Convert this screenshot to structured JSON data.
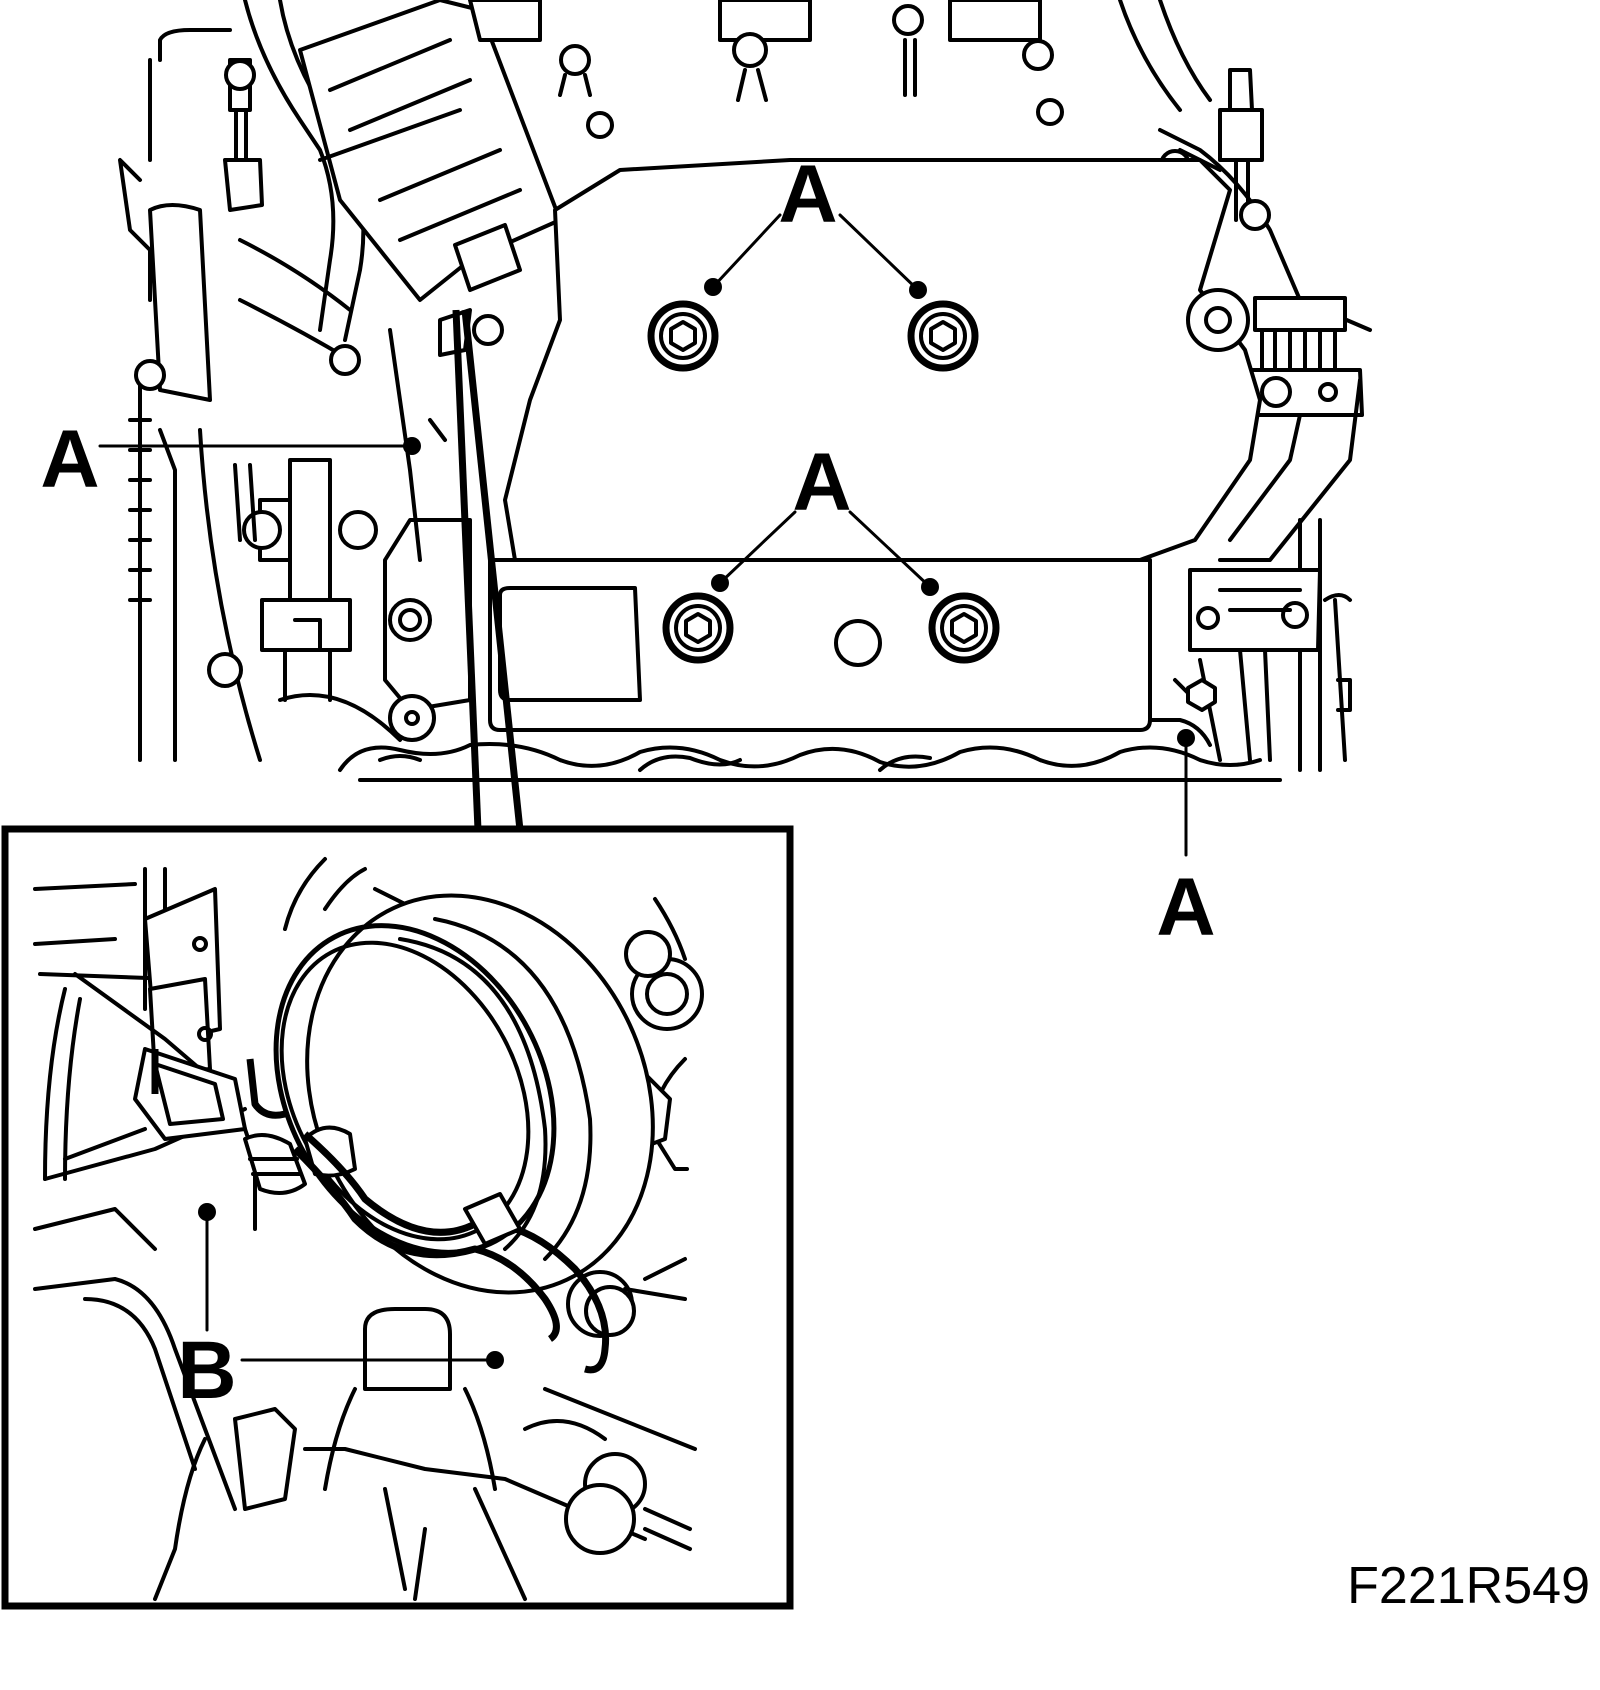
{
  "figure": {
    "callouts": {
      "a_top": "A",
      "a_left": "A",
      "a_middle": "A",
      "a_right": "A",
      "b_inset": "B"
    },
    "figure_code": "F221R549"
  }
}
